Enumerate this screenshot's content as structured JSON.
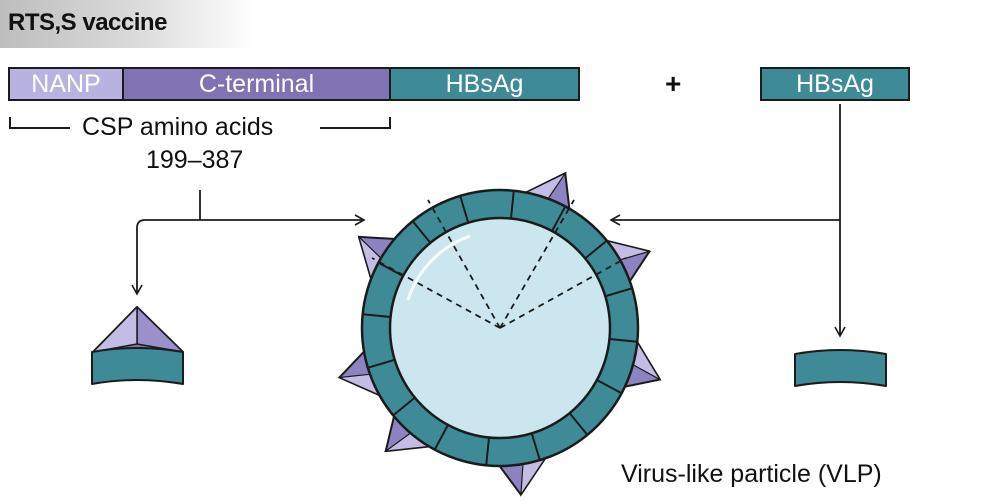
{
  "title": "RTS,S vaccine",
  "construct": {
    "nanp": "NANP",
    "c_terminal": "C-terminal",
    "hbsag": "HBsAg"
  },
  "plus": "+",
  "hbsag_separate": "HBsAg",
  "csp_label": "CSP amino acids",
  "csp_range": "199–387",
  "vlp_label": "Virus-like particle (VLP)",
  "colors": {
    "nanp": "#b7b2df",
    "c_terminal": "#7f73b4",
    "hbsag": "#3e8b97",
    "particle_core": "#cbe6ee"
  }
}
